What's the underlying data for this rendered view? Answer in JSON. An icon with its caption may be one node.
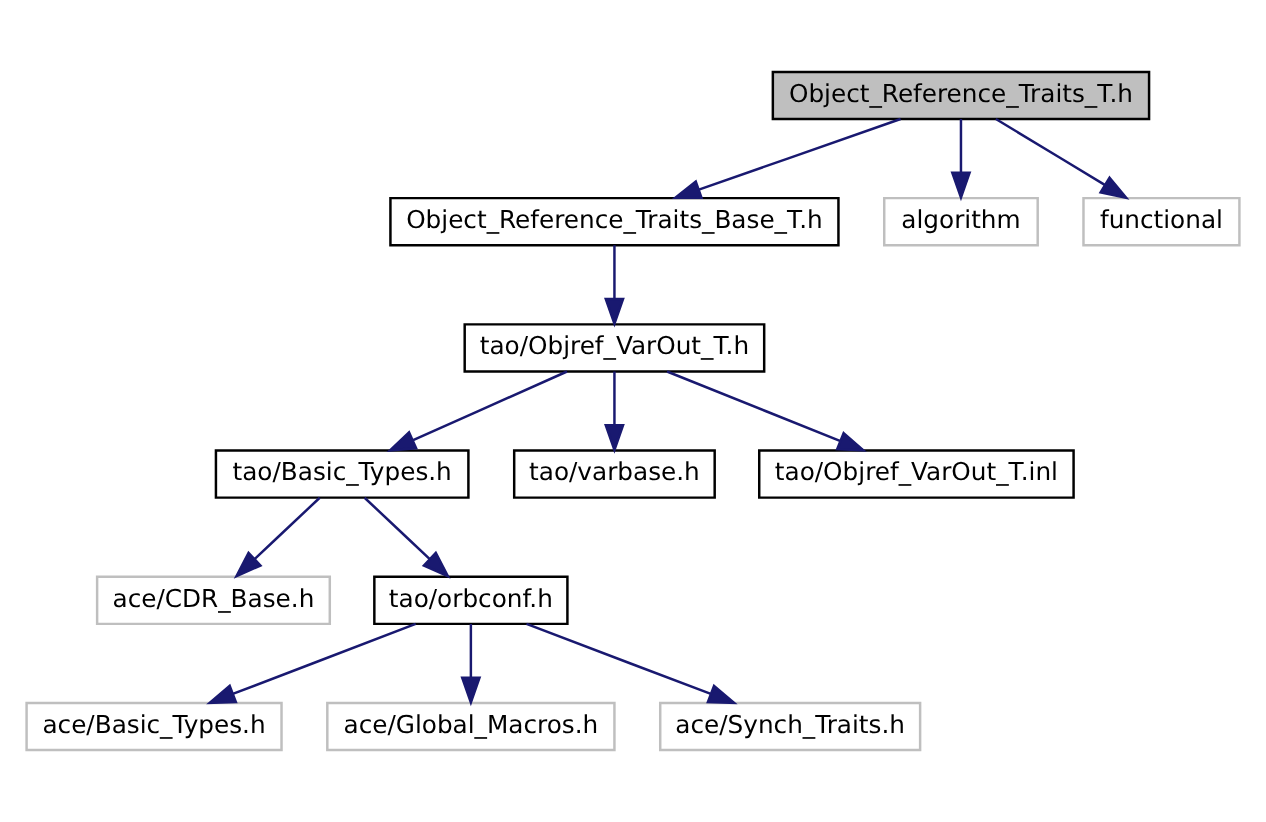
{
  "diagram": {
    "nodes": [
      {
        "text": [
          "Object_Reference_Traits_T.h"
        ]
      },
      {
        "text": [
          "Object_Reference_Traits_Base_T.h"
        ]
      },
      {
        "text": [
          "algorithm"
        ]
      },
      {
        "text": [
          "functional"
        ]
      },
      {
        "text": [
          "tao/Objref_VarOut_T.h"
        ]
      },
      {
        "text": [
          "tao/Basic_Types.h"
        ]
      },
      {
        "text": [
          "tao/varbase.h"
        ]
      },
      {
        "text": [
          "tao/Objref_VarOut_T.inl"
        ]
      },
      {
        "text": [
          "ace/CDR_Base.h"
        ]
      },
      {
        "text": [
          "tao/orbconf.h"
        ]
      },
      {
        "text": [
          "ace/Basic_Types.h"
        ]
      },
      {
        "text": [
          "ace/Global_Macros.h"
        ]
      },
      {
        "text": [
          "ace/Synch_Traits.h"
        ]
      }
    ],
    "edges": [
      {
        "from": 0,
        "to": 1,
        "arrow": "to"
      },
      {
        "from": 0,
        "to": 2,
        "arrow": "to"
      },
      {
        "from": 0,
        "to": 3,
        "arrow": "to"
      },
      {
        "from": 1,
        "to": 4,
        "arrow": "to"
      },
      {
        "from": 4,
        "to": 5,
        "arrow": "to"
      },
      {
        "from": 4,
        "to": 6,
        "arrow": "to"
      },
      {
        "from": 4,
        "to": 7,
        "arrow": "to"
      },
      {
        "from": 5,
        "to": 8,
        "arrow": "to"
      },
      {
        "from": 5,
        "to": 9,
        "arrow": "to"
      },
      {
        "from": 9,
        "to": 10,
        "arrow": "to"
      },
      {
        "from": 9,
        "to": 11,
        "arrow": "to"
      },
      {
        "from": 9,
        "to": 12,
        "arrow": "to"
      }
    ]
  }
}
